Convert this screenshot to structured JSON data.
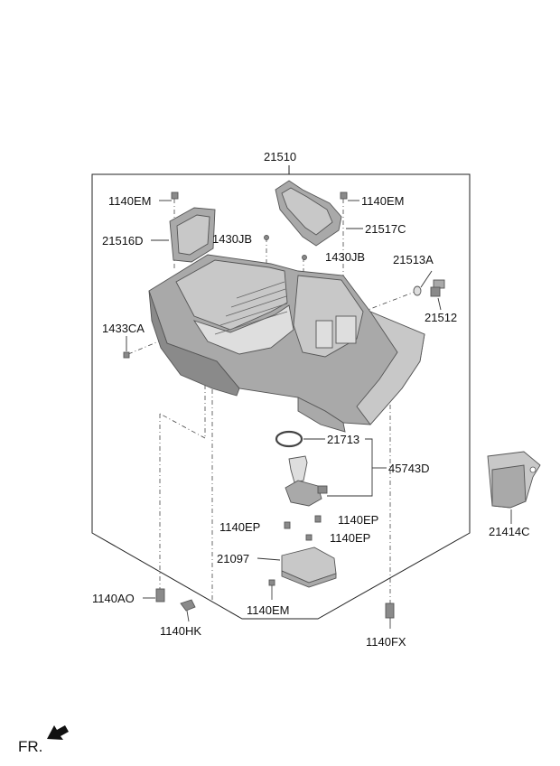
{
  "labels": {
    "oil_pan_assy": "21510",
    "bolt_left_top": "1140EM",
    "bolt_right_top": "1140EM",
    "baffle_left": "21516D",
    "baffle_right": "21517C",
    "bolt_1430jb_left": "1430JB",
    "bolt_1430jb_right": "1430JB",
    "gasket_drain": "21513A",
    "drain_plug": "21512",
    "bolt_1433ca": "1433CA",
    "o_ring": "21713",
    "oil_level_sensor": "45743D",
    "bolt_1140ep_a": "1140EP",
    "bolt_1140ep_b": "1140EP",
    "bolt_1140ep_c": "1140EP",
    "strainer": "21097",
    "bolt_1140em_bottom": "1140EM",
    "bolt_1140ao": "1140AO",
    "bolt_1140hk": "1140HK",
    "bolt_1140fx": "1140FX",
    "bracket": "21414C",
    "front_indicator": "FR."
  }
}
